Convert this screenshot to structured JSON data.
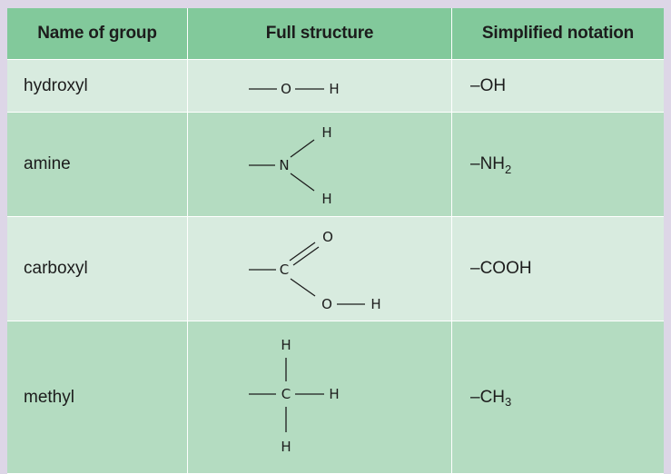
{
  "table": {
    "headers": [
      "Name of group",
      "Full structure",
      "Simplified notation"
    ],
    "rows": [
      {
        "name": "hydroxyl",
        "notation_main": "–OH",
        "notation_sub": ""
      },
      {
        "name": "amine",
        "notation_main": "–NH",
        "notation_sub": "2"
      },
      {
        "name": "carboxyl",
        "notation_main": "–COOH",
        "notation_sub": ""
      },
      {
        "name": "methyl",
        "notation_main": "–CH",
        "notation_sub": "3"
      }
    ]
  },
  "structures": {
    "hydroxyl": {
      "atom1": "O",
      "atom2": "H"
    },
    "amine": {
      "center": "N",
      "top": "H",
      "bottom": "H"
    },
    "carboxyl": {
      "center": "C",
      "top": "O",
      "oxygen": "O",
      "hydrogen": "H"
    },
    "methyl": {
      "center": "C",
      "top": "H",
      "right": "H",
      "bottom": "H"
    }
  },
  "colors": {
    "header_bg": "#82c99b",
    "row_light": "#d8ebdf",
    "row_mid": "#b4dcc1",
    "frame_bg": "#ddd6e7"
  }
}
